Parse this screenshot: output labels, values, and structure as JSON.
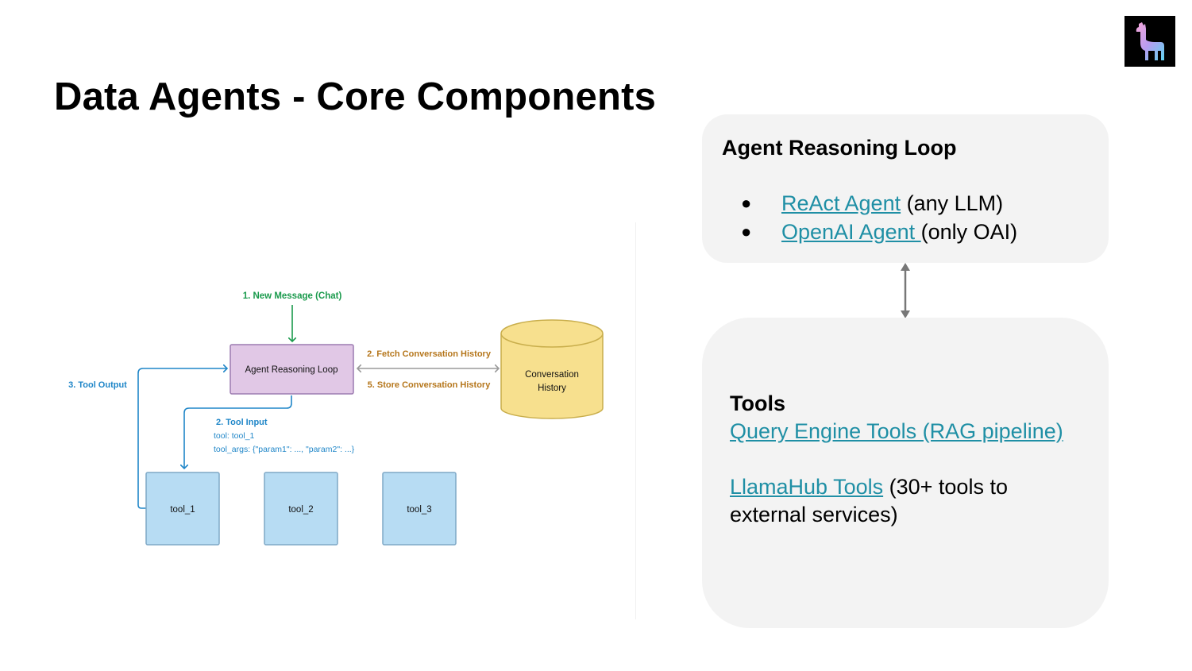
{
  "title": "Data Agents - Core Components",
  "colors": {
    "link": "#1f8fa5",
    "panel_bg": "#f3f3f3",
    "agent_box_fill": "#e1c8e6",
    "agent_box_stroke": "#9c7ab0",
    "tool_fill": "#b7dcf3",
    "tool_stroke": "#7fa8c6",
    "db_fill": "#f7e08e",
    "db_stroke": "#c9ae4c",
    "green": "#1a9a4c",
    "orange": "#b5761b",
    "blue": "#1f86c8"
  },
  "reasoning_panel": {
    "heading": "Agent Reasoning Loop",
    "items": [
      {
        "link": "ReAct Agent",
        "text": " (any LLM)"
      },
      {
        "link": "OpenAI Agent ",
        "text": "(only OAI)"
      }
    ]
  },
  "tools_panel": {
    "heading": "Tools",
    "item1_link": "Query Engine Tools (RAG pipeline)",
    "item2_link": "LlamaHub Tools",
    "item2_text": " (30+ tools to external services)"
  },
  "icons": {
    "logo": "llama-logo-icon",
    "separator": "double-arrow-vertical-icon",
    "bullet": "bullet-dot-icon"
  },
  "diagram": {
    "new_message": "1. New Message (Chat)",
    "agent_loop": "Agent Reasoning Loop",
    "fetch_history": "2. Fetch Conversation History",
    "store_history": "5. Store Conversation History",
    "conversation_line1": "Conversation",
    "conversation_line2": "History",
    "tool_output": "3. Tool Output",
    "tool_input": "2. Tool Input",
    "tool_input_line1": "tool: tool_1",
    "tool_input_line2": "tool_args: {\"param1\": ..., \"param2\": ...}",
    "tools": [
      "tool_1",
      "tool_2",
      "tool_3"
    ]
  }
}
